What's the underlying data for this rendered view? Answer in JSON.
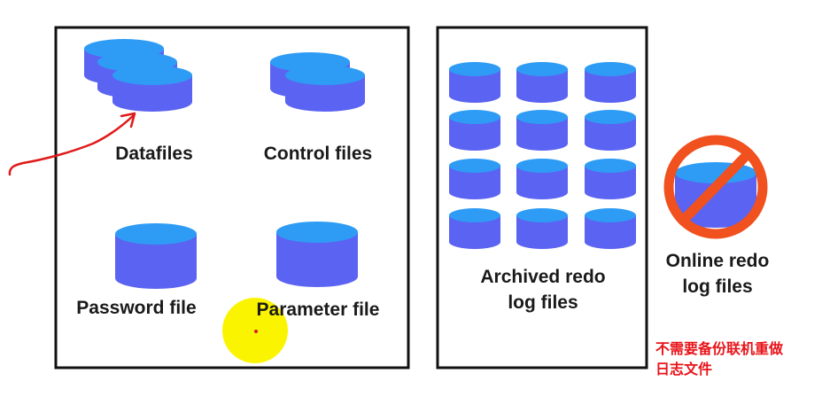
{
  "labels": {
    "datafiles": "Datafiles",
    "control_files": "Control files",
    "password_file": "Password file",
    "parameter_file": "Parameter file",
    "archived_line1": "Archived redo",
    "archived_line2": "log files",
    "online_line1": "Online redo",
    "online_line2": "log files"
  },
  "annotation": {
    "line1": "不需要备份联机重做",
    "line2": "日志文件"
  },
  "icons": {
    "cylinder": "disk-cylinder-icon",
    "prohibition": "no-sign-icon",
    "highlight": "cursor-highlight-icon",
    "pen_stroke": "red-pen-arrow"
  },
  "colors": {
    "cylinder_top": "#2e9cf5",
    "cylinder_body": "#5b63f2",
    "outline": "#111111",
    "prohibition": "#f0511f",
    "highlight": "#fbf400",
    "pen": "#e01a1a",
    "note": "#e8141a"
  }
}
